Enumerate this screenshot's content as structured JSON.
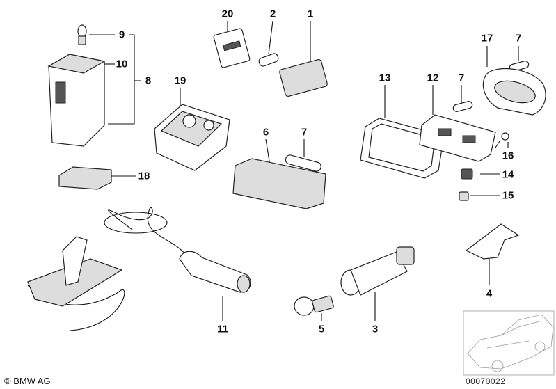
{
  "callouts": {
    "p20": "20",
    "p2": "2",
    "p1": "1",
    "p9": "9",
    "p10": "10",
    "p8": "8",
    "p19": "19",
    "p17": "17",
    "p7a": "7",
    "p13": "13",
    "p12": "12",
    "p7b": "7",
    "p6": "6",
    "p7c": "7",
    "p16": "16",
    "p14": "14",
    "p15": "15",
    "p18": "18",
    "p4": "4",
    "p11": "11",
    "p5": "5",
    "p3": "3"
  },
  "footer": {
    "copyright": "© BMW AG",
    "image_number": "00070022"
  }
}
